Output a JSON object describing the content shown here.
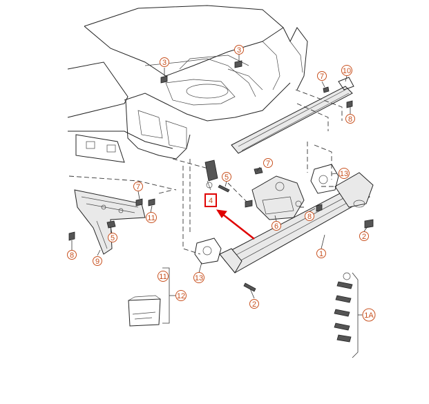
{
  "diagram": {
    "callouts": {
      "c1": "1",
      "c1A": "1A",
      "c2a": "2",
      "c2b": "2",
      "c3a": "3",
      "c3b": "3",
      "c4": "4",
      "c5a": "5",
      "c5b": "5",
      "c6": "6",
      "c7a": "7",
      "c7b": "7",
      "c7c": "7",
      "c8a": "8",
      "c8b": "8",
      "c8c": "8",
      "c9": "9",
      "c10": "10",
      "c11a": "11",
      "c11b": "11",
      "c12": "12",
      "c13a": "13",
      "c13b": "13"
    },
    "colors": {
      "callout": "#c8501e",
      "highlight_box": "#e00000",
      "arrow": "#e00000",
      "line": "#222222"
    },
    "highlighted_part": "4"
  }
}
